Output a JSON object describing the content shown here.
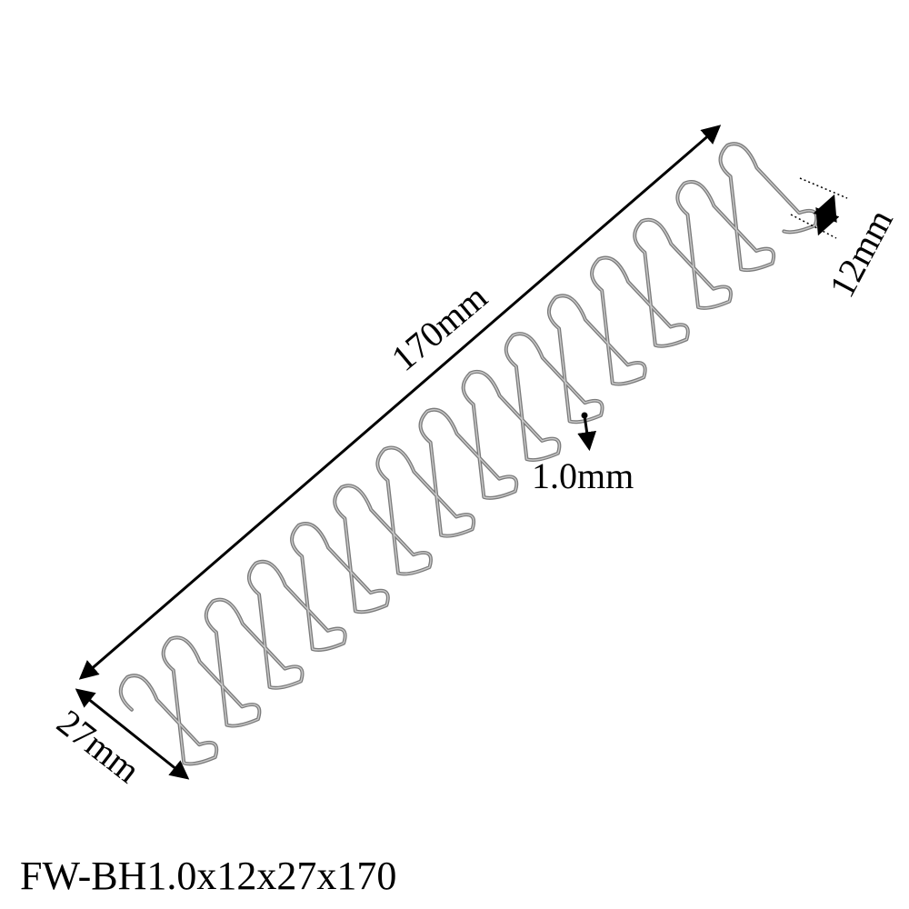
{
  "product": {
    "model_code": "FW-BH1.0x12x27x170",
    "object_name": "spring"
  },
  "dimensions": {
    "length": "170mm",
    "width": "27mm",
    "coil_depth": "12mm",
    "wire_diameter": "1.0mm"
  },
  "spring": {
    "coil_count": 15,
    "wire_color": "#7b7b7b",
    "wire_highlight": "#c9c9c9"
  },
  "colors": {
    "background": "#ffffff",
    "ink": "#000000"
  }
}
